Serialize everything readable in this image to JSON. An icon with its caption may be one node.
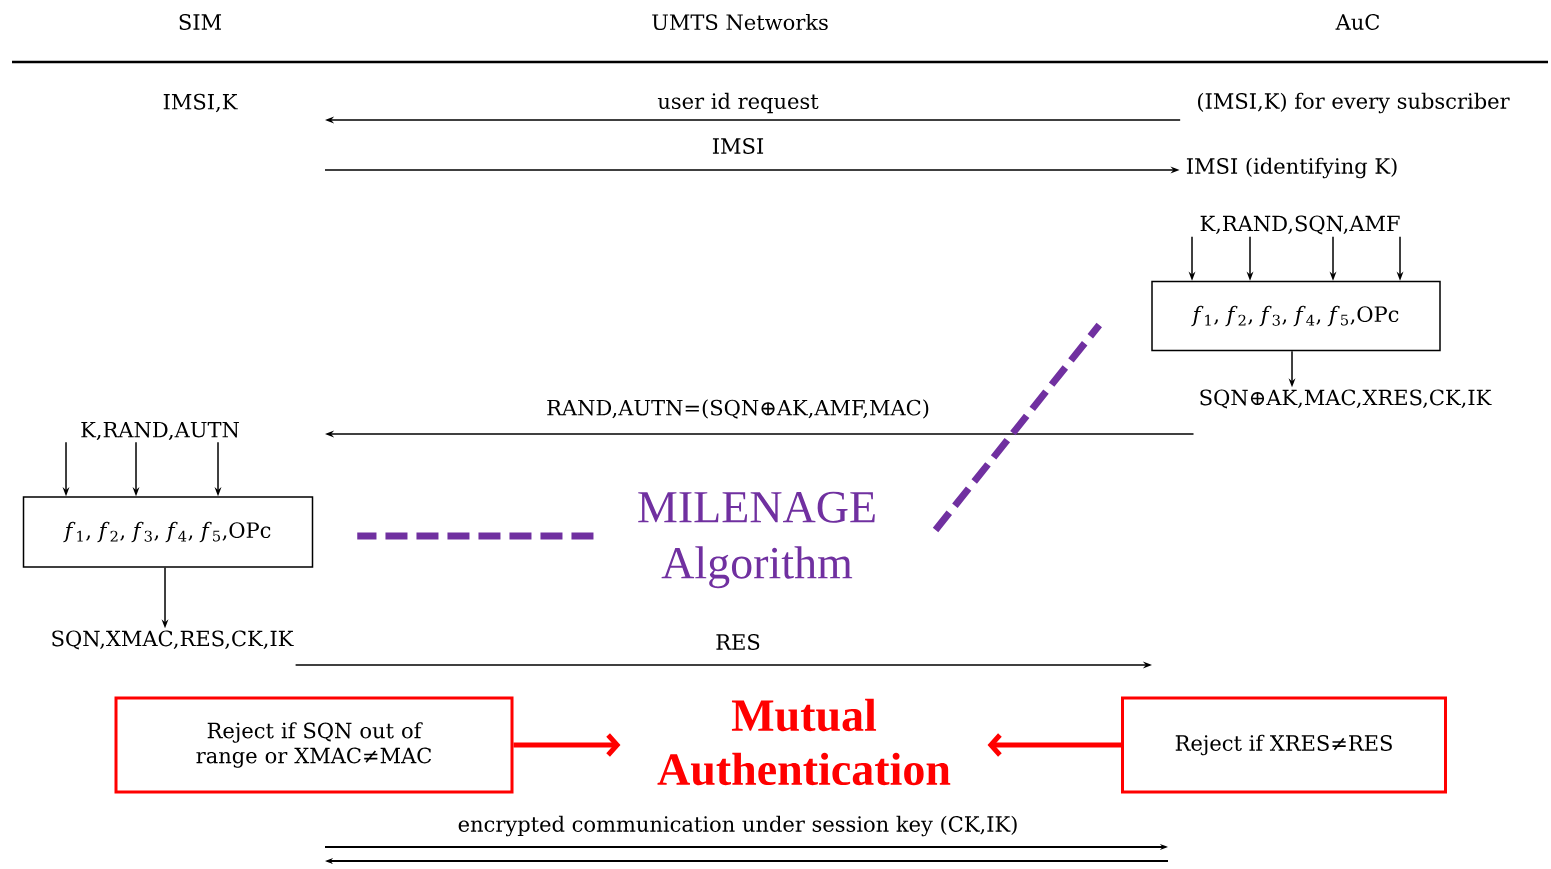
{
  "diagram": {
    "nodes": [
      {
        "text": [
          "IMSI,K"
        ]
      },
      {
        "text": [
          "(IMSI,K) for every subscriber"
        ]
      },
      {
        "text": [
          "IMSI (identifying K)"
        ]
      },
      {
        "text": [
          "K,RAND,SQN,AMF"
        ]
      },
      {
        "text": [
          "*f*$_{1}$, *f*$_{2}$, *f*$_{3}$, *f*$_{4}$, *f*$_{5}$,OPc"
        ]
      },
      {
        "text": [
          "SQN⊕AK,MAC,XRES,CK,IK"
        ]
      },
      {
        "text": [
          "K,RAND,AUTN"
        ]
      },
      {
        "text": [
          "*f*$_{1}$, *f*$_{2}$, *f*$_{3}$, *f*$_{4}$, *f*$_{5}$,OPc"
        ]
      },
      {
        "text": [
          "SQN,XMAC,RES,CK,IK"
        ]
      },
      {
        "text": [
          "MILENAGE Algorithm"
        ]
      },
      {
        "text": [
          "Reject if SQN out of range or XMAC≠MAC"
        ]
      },
      {
        "text": [
          "Mutual Authentication"
        ]
      },
      {
        "text": [
          "Reject if XRES≠RES"
        ]
      }
    ],
    "edges": [
      {
        "from": 1,
        "to": null,
        "arrow": "to",
        "label": "user id request"
      },
      {
        "from": null,
        "to": 2,
        "arrow": "to",
        "label": "IMSI"
      },
      {
        "from": 3,
        "to": 4,
        "arrow": "to"
      },
      {
        "from": 3,
        "to": 4,
        "arrow": "to"
      },
      {
        "from": 3,
        "to": 4,
        "arrow": "to"
      },
      {
        "from": 3,
        "to": 4,
        "arrow": "to"
      },
      {
        "from": 4,
        "to": 5,
        "arrow": "to"
      },
      {
        "from": 5,
        "to": null,
        "arrow": "to",
        "label": "RAND,AUTN=(SQN⊕AK,AMF,MAC)"
      },
      {
        "from": 6,
        "to": 7,
        "arrow": "to"
      },
      {
        "from": 6,
        "to": 7,
        "arrow": "to"
      },
      {
        "from": 6,
        "to": 7,
        "arrow": "to"
      },
      {
        "from": 7,
        "to": 8,
        "arrow": "to"
      },
      {
        "from": 8,
        "to": null,
        "arrow": "to",
        "label": "RES"
      },
      {
        "from": 9,
        "to": 7,
        "arrow": "none",
        "style": "dashed",
        "color": "#7030a0"
      },
      {
        "from": 9,
        "to": 4,
        "arrow": "none",
        "style": "dashed",
        "color": "#7030a0"
      },
      {
        "from": 10,
        "to": 11,
        "arrow": "to",
        "style": "thick",
        "color": "#ff0000"
      },
      {
        "from": 12,
        "to": 11,
        "arrow": "to",
        "style": "thick",
        "color": "#ff0000"
      }
    ],
    "labels": [
      "SIM",
      "UMTS Networks",
      "AuC",
      "encrypted communication under session key (CK,IK)"
    ]
  }
}
